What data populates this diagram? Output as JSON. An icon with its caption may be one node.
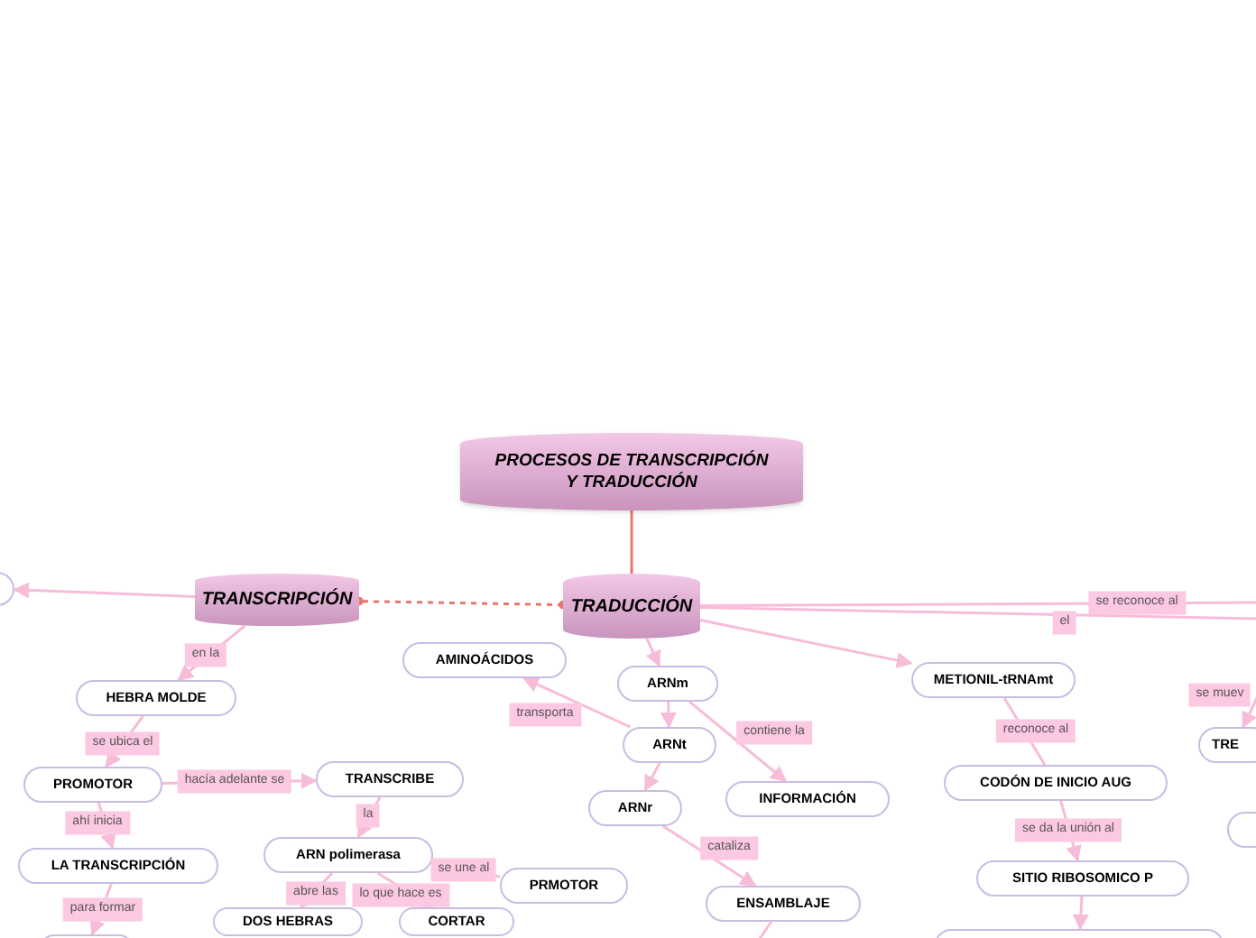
{
  "diagram": {
    "title": "PROCESOS DE TRANSCRIPCIÓN Y TRADUCCIÓN",
    "nodes": [
      {
        "text": [
          "TRANSCRIPCIÓN"
        ]
      },
      {
        "text": [
          "TRADUCCIÓN"
        ]
      },
      {
        "text": [],
        "shape": "box"
      },
      {
        "text": [
          "HEBRA MOLDE"
        ]
      },
      {
        "text": [
          "PROMOTOR"
        ]
      },
      {
        "text": [
          "TRANSCRIBE"
        ]
      },
      {
        "text": [
          "LA TRANSCRIPCIÓN"
        ]
      },
      {
        "text": [],
        "shape": "box"
      },
      {
        "text": [
          "ARN polimerasa"
        ]
      },
      {
        "text": [
          "PRMOTOR"
        ]
      },
      {
        "text": [
          "DOS HEBRAS"
        ]
      },
      {
        "text": [
          "CORTAR"
        ]
      },
      {
        "text": [
          "AMINOÁCIDOS"
        ]
      },
      {
        "text": [
          "ARNm"
        ]
      },
      {
        "text": [
          "ARNt"
        ]
      },
      {
        "text": [
          "ARNr"
        ]
      },
      {
        "text": [
          "INFORMACIÓN"
        ]
      },
      {
        "text": [
          "ENSAMBLAJE"
        ]
      },
      {
        "text": [
          "METIONIL-tRNAmt"
        ]
      },
      {
        "text": [
          "CODÓN DE INICIO AUG"
        ]
      },
      {
        "text": [
          "SITIO RIBOSOMICO P"
        ]
      },
      {
        "text": [],
        "shape": "box"
      },
      {
        "text": [
          "TRE"
        ]
      },
      {
        "text": [],
        "shape": "box"
      }
    ],
    "edges": [
      {
        "from": null,
        "to": 1,
        "arrow": "none",
        "color": "#e8776f"
      },
      {
        "from": 1,
        "to": 0,
        "arrow": "other",
        "style": "dashed",
        "color": "#e8776f"
      },
      {
        "from": 0,
        "to": 2,
        "arrow": "to"
      },
      {
        "from": 0,
        "to": 3,
        "arrow": "to",
        "label": "en la"
      },
      {
        "from": 3,
        "to": 4,
        "arrow": "to",
        "label": "se ubica el"
      },
      {
        "from": 4,
        "to": 5,
        "arrow": "to",
        "label": "hacía adelante se"
      },
      {
        "from": 4,
        "to": 6,
        "arrow": "to",
        "label": "ahí inicia"
      },
      {
        "from": 6,
        "to": 7,
        "arrow": "to",
        "label": "para formar"
      },
      {
        "from": 5,
        "to": 8,
        "arrow": "to",
        "label": "la"
      },
      {
        "from": 8,
        "to": 9,
        "arrow": "none",
        "label": "se une al"
      },
      {
        "from": 8,
        "to": 10,
        "arrow": "to",
        "label": "abre las"
      },
      {
        "from": 8,
        "to": 11,
        "arrow": "to",
        "label": "lo que hace es"
      },
      {
        "from": 14,
        "to": 12,
        "arrow": "to",
        "label": "transporta"
      },
      {
        "from": 1,
        "to": 13,
        "arrow": "to"
      },
      {
        "from": 13,
        "to": 14,
        "arrow": "to"
      },
      {
        "from": 14,
        "to": 15,
        "arrow": "to"
      },
      {
        "from": 13,
        "to": 16,
        "arrow": "to",
        "label": "contiene la"
      },
      {
        "from": 15,
        "to": 17,
        "arrow": "to",
        "label": "cataliza"
      },
      {
        "from": 17,
        "to": null,
        "arrow": "none"
      },
      {
        "from": 1,
        "to": 18,
        "arrow": "to"
      },
      {
        "from": 18,
        "to": 19,
        "arrow": "none",
        "label": "reconoce al"
      },
      {
        "from": 19,
        "to": 20,
        "arrow": "to",
        "label": "se da la unión al"
      },
      {
        "from": 20,
        "to": 21,
        "arrow": "to"
      },
      {
        "from": 1,
        "to": null,
        "arrow": "none",
        "label": "se reconoce al"
      },
      {
        "from": 1,
        "to": null,
        "arrow": "none",
        "label": "el"
      },
      {
        "from": null,
        "to": 22,
        "arrow": "to",
        "label": "se muev"
      }
    ]
  }
}
